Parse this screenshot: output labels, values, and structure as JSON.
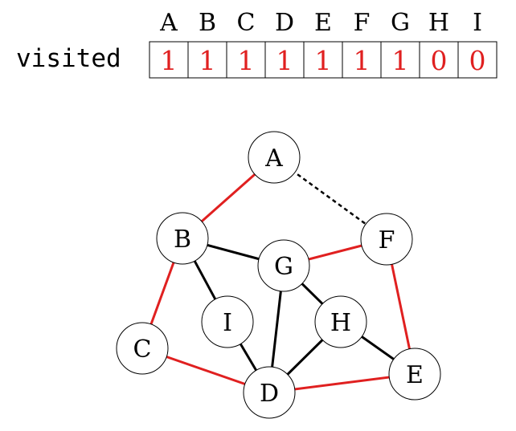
{
  "visited_table": {
    "row_label": "visited",
    "headers": [
      "A",
      "B",
      "C",
      "D",
      "E",
      "F",
      "G",
      "H",
      "I"
    ],
    "values": [
      "1",
      "1",
      "1",
      "1",
      "1",
      "1",
      "1",
      "0",
      "0"
    ]
  },
  "graph": {
    "nodes": [
      {
        "id": "A",
        "label": "A"
      },
      {
        "id": "B",
        "label": "B"
      },
      {
        "id": "F",
        "label": "F"
      },
      {
        "id": "G",
        "label": "G"
      },
      {
        "id": "I",
        "label": "I"
      },
      {
        "id": "H",
        "label": "H"
      },
      {
        "id": "C",
        "label": "C"
      },
      {
        "id": "D",
        "label": "D"
      },
      {
        "id": "E",
        "label": "E"
      }
    ],
    "edges": [
      {
        "from": "A",
        "to": "B",
        "style": "traversed"
      },
      {
        "from": "A",
        "to": "F",
        "style": "dashed"
      },
      {
        "from": "B",
        "to": "C",
        "style": "traversed"
      },
      {
        "from": "C",
        "to": "D",
        "style": "traversed"
      },
      {
        "from": "D",
        "to": "E",
        "style": "traversed"
      },
      {
        "from": "E",
        "to": "F",
        "style": "traversed"
      },
      {
        "from": "F",
        "to": "G",
        "style": "traversed"
      },
      {
        "from": "B",
        "to": "G",
        "style": "normal"
      },
      {
        "from": "B",
        "to": "I",
        "style": "normal"
      },
      {
        "from": "I",
        "to": "D",
        "style": "normal"
      },
      {
        "from": "G",
        "to": "D",
        "style": "normal"
      },
      {
        "from": "G",
        "to": "H",
        "style": "normal"
      },
      {
        "from": "H",
        "to": "D",
        "style": "normal"
      },
      {
        "from": "H",
        "to": "E",
        "style": "normal"
      }
    ]
  },
  "colors": {
    "traversed": "#e02020",
    "normal": "#000000",
    "visited_value": "#e02020"
  }
}
